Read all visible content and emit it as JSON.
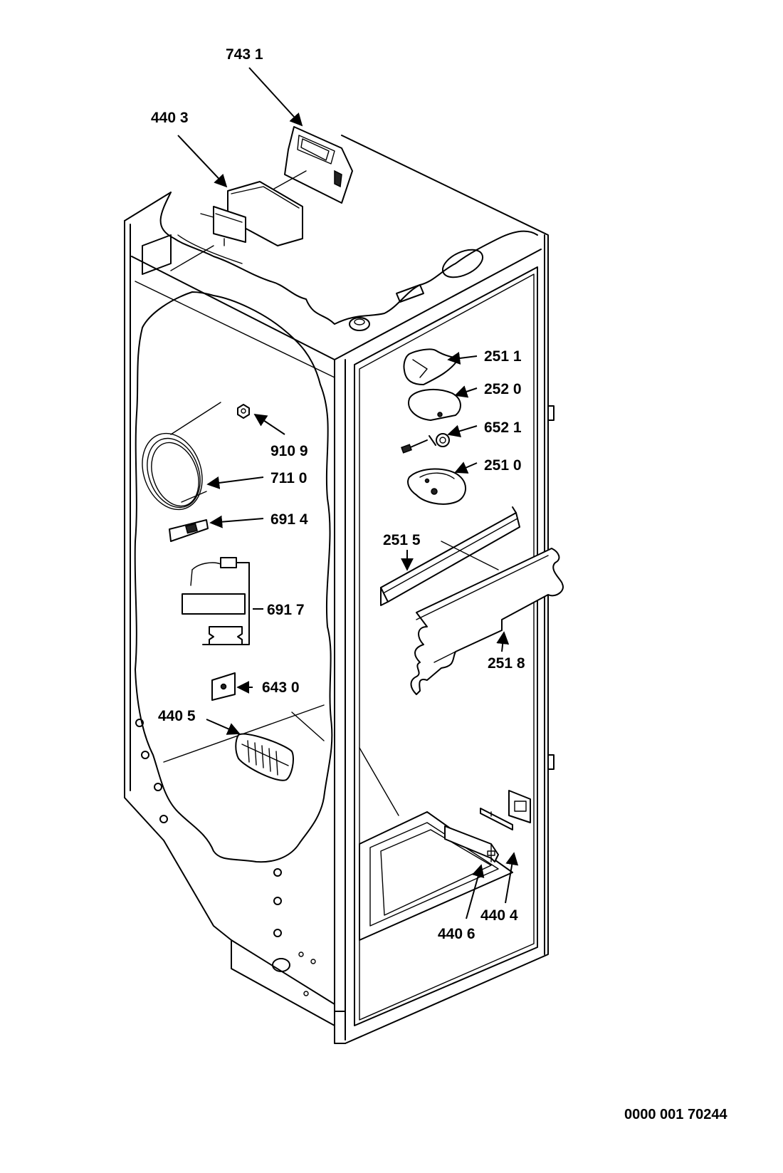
{
  "labels": {
    "p7431": "743 1",
    "p4403": "440 3",
    "p2511": "251 1",
    "p2520": "252 0",
    "p6521": "652 1",
    "p2510": "251 0",
    "p9109": "910 9",
    "p7110": "711 0",
    "p6914": "691 4",
    "p6917": "691 7",
    "p2515": "251 5",
    "p2518": "251 8",
    "p6430": "643 0",
    "p4405": "440 5",
    "p4404": "440 4",
    "p4406": "440 6"
  },
  "document_number": "0000 001 70244"
}
